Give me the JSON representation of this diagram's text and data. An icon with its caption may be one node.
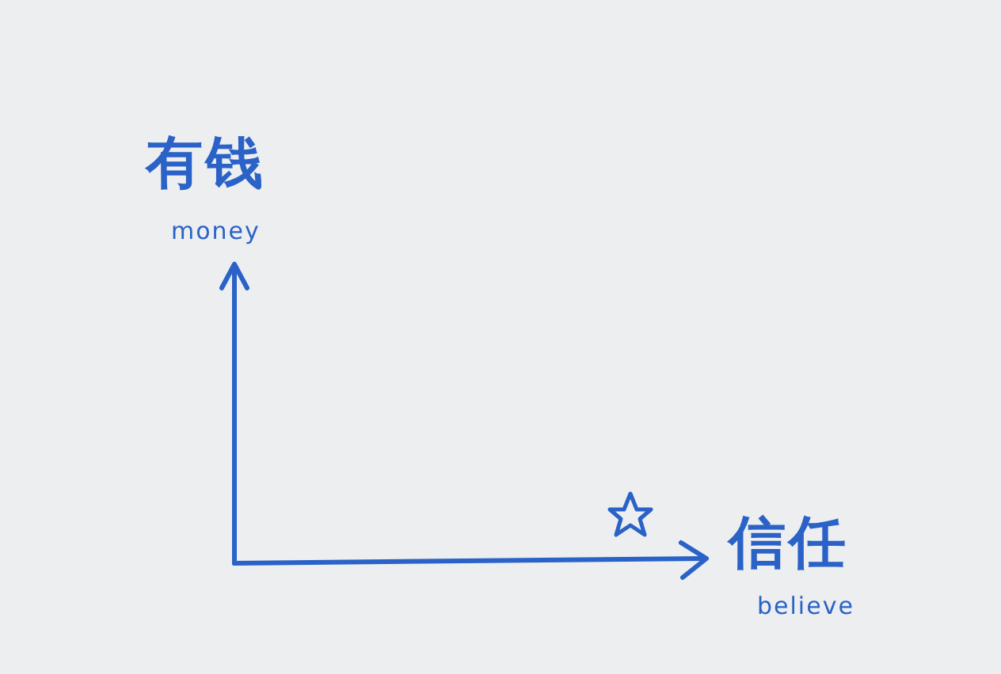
{
  "diagram": {
    "labels": [
      "有钱",
      "money",
      "信任",
      "believe"
    ]
  }
}
